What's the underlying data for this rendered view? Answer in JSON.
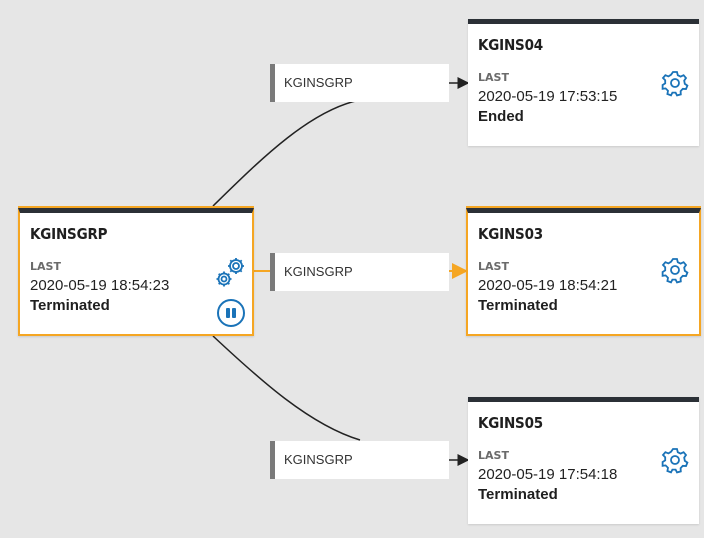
{
  "colors": {
    "accent": "#1a73b8",
    "selected": "#f5a623",
    "edge": "#222222",
    "header": "#2b3036"
  },
  "source_node": {
    "title": "KGINSGRP",
    "last_label": "LAST",
    "date": "2020-05-19 18:54:23",
    "status": "Terminated",
    "icons": [
      "gears-icon",
      "pause-icon"
    ]
  },
  "targets": [
    {
      "title": "KGINS04",
      "last_label": "LAST",
      "date": "2020-05-19 17:53:15",
      "status": "Ended",
      "icon": "gear-icon"
    },
    {
      "title": "KGINS03",
      "last_label": "LAST",
      "date": "2020-05-19 18:54:21",
      "status": "Terminated",
      "icon": "gear-icon"
    },
    {
      "title": "KGINS05",
      "last_label": "LAST",
      "date": "2020-05-19 17:54:18",
      "status": "Terminated",
      "icon": "gear-icon"
    }
  ],
  "edge_labels": [
    "KGINSGRP",
    "KGINSGRP",
    "KGINSGRP"
  ]
}
